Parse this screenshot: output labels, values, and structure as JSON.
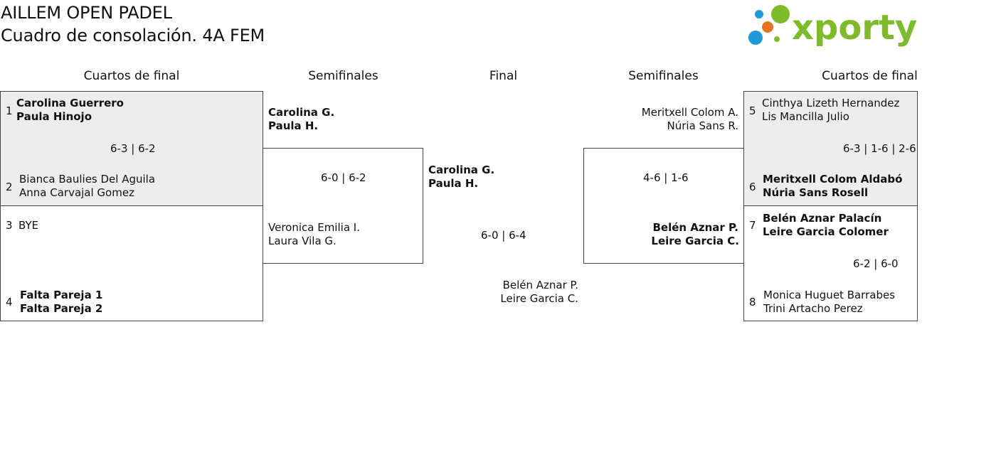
{
  "header": {
    "title": "AILLEM OPEN PADEL",
    "subtitle": "Cuadro de consolación. 4A FEM",
    "logo_text": "xporty"
  },
  "rounds": {
    "left_quarters": "Cuartos de final",
    "left_semis": "Semifinales",
    "final": "Final",
    "right_semis": "Semifinales",
    "right_quarters": "Cuartos de final"
  },
  "left_quarters": [
    {
      "top": {
        "seed": "1",
        "p1": "Carolina Guerrero",
        "p2": "Paula Hinojo"
      },
      "score": "6-3 | 6-2",
      "bottom": {
        "seed": "2",
        "p1": "Bianca Baulies Del Aguila",
        "p2": "Anna Carvajal Gomez"
      }
    },
    {
      "top": {
        "seed": "3",
        "p1": "BYE"
      },
      "bottom": {
        "seed": "4",
        "p1": "Falta Pareja 1",
        "p2": "Falta Pareja 2"
      }
    }
  ],
  "left_semi": {
    "top": {
      "p1": "Carolina G.",
      "p2": "Paula H."
    },
    "score": "6-0 | 6-2",
    "bottom": {
      "p1": "Veronica Emilia I.",
      "p2": "Laura Vila G."
    }
  },
  "final": {
    "top": {
      "p1": "Carolina G.",
      "p2": "Paula H."
    },
    "score": "6-0 | 6-4",
    "bottom": {
      "p1": "Belén Aznar P.",
      "p2": "Leire Garcia C."
    }
  },
  "right_semi": {
    "top": {
      "p1": "Meritxell Colom A.",
      "p2": "Núria Sans R."
    },
    "score": "4-6 | 1-6",
    "bottom": {
      "p1": "Belén Aznar P.",
      "p2": "Leire Garcia C."
    }
  },
  "right_quarters": [
    {
      "top": {
        "seed": "5",
        "p1": "Cinthya Lizeth Hernandez",
        "p2": "Lis Mancilla Julio"
      },
      "score": "6-3 | 1-6 | 2-6",
      "bottom": {
        "seed": "6",
        "p1": "Meritxell Colom Aldabó",
        "p2": "Núria Sans Rosell"
      }
    },
    {
      "top": {
        "seed": "7",
        "p1": "Belén Aznar Palacín",
        "p2": "Leire Garcia Colomer"
      },
      "score": "6-2 | 6-0",
      "bottom": {
        "seed": "8",
        "p1": "Monica Huguet Barrabes",
        "p2": "Trini Artacho Perez"
      }
    }
  ],
  "colors": {
    "logo_green": "#7dbb2c",
    "logo_blue": "#1e9bd7",
    "logo_orange": "#e8731f",
    "match_bg": "#ededed",
    "line": "#444444"
  }
}
